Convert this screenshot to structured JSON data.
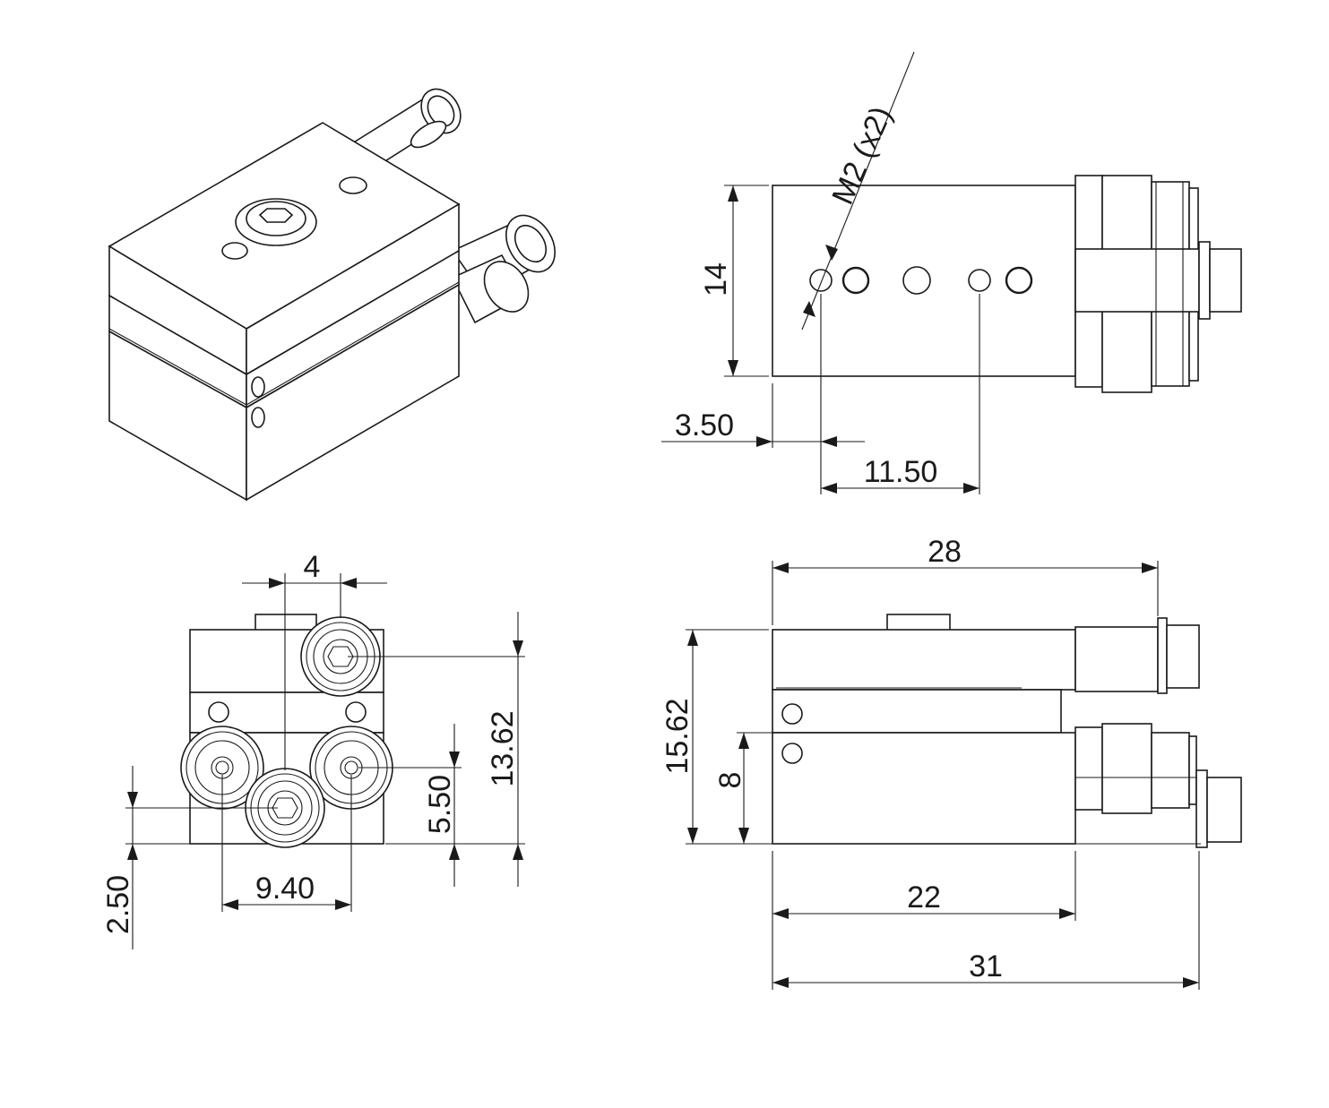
{
  "labels": {
    "thread_callout": "M2 (x2)",
    "top_view_height": "14",
    "top_view_edge_offset": "3.50",
    "top_view_hole_spacing": "11.50",
    "front_view_offset": "4",
    "front_view_height": "13.62",
    "front_view_port_height": "5.50",
    "front_view_bottom_offset": "2.50",
    "front_view_port_spacing": "9.40",
    "side_view_length": "28",
    "side_view_height": "15.62",
    "side_view_lower_height": "8",
    "side_view_body_length": "22",
    "side_view_total_length": "31"
  }
}
